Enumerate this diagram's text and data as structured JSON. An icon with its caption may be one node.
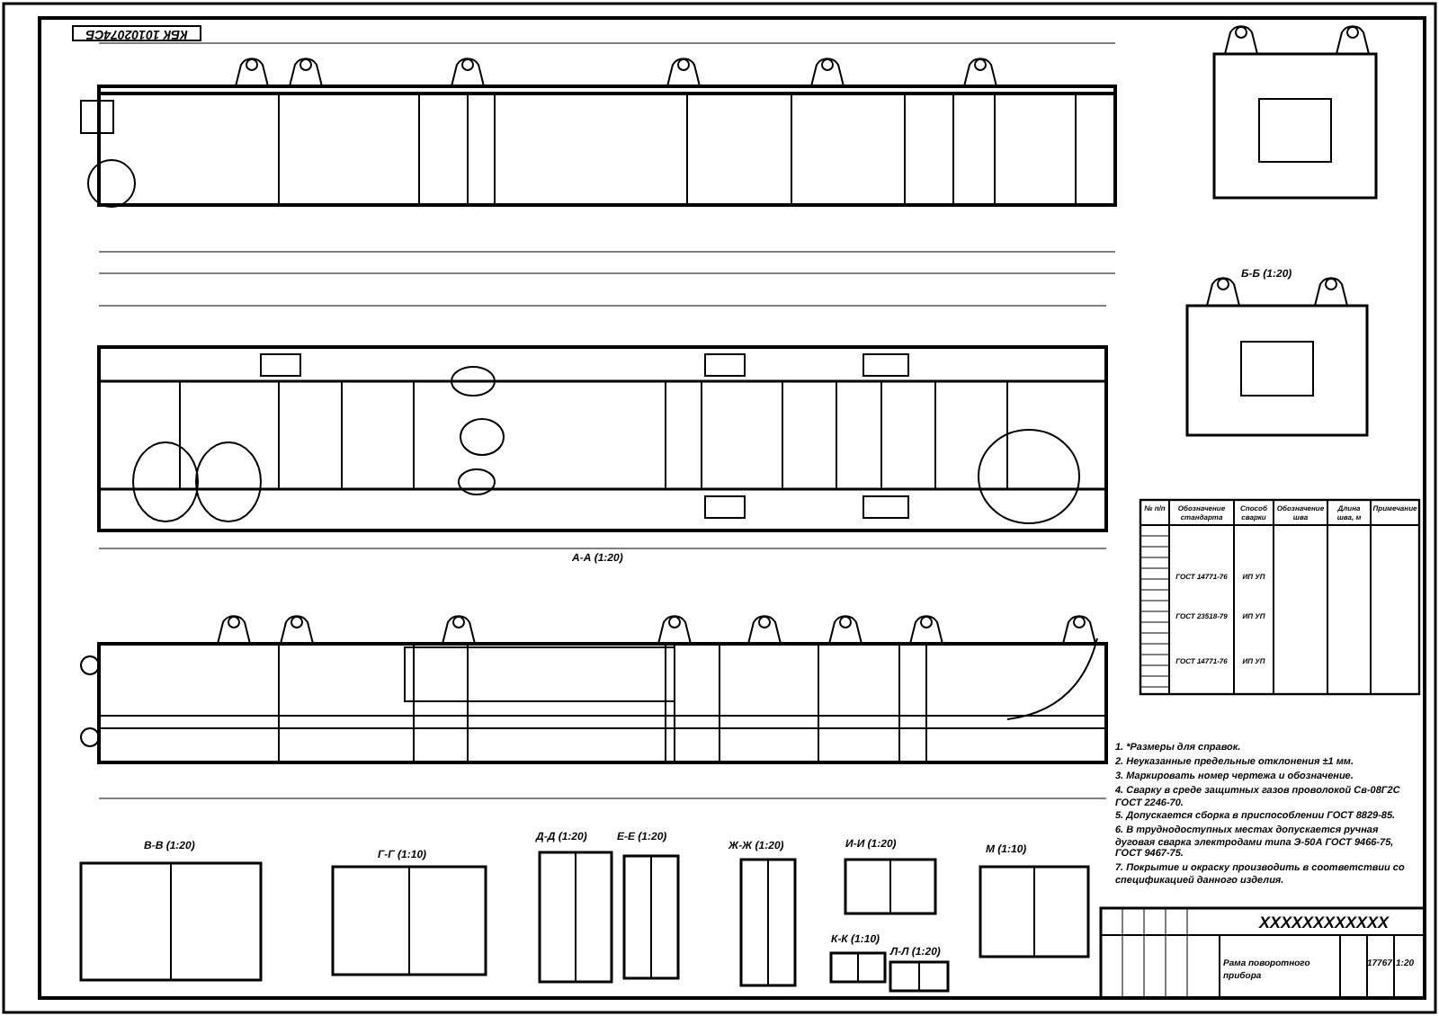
{
  "diagram": {
    "labels": [
      "КБК 10102074СБ",
      "Б-Б (1:20)",
      "А-А (1:20)",
      "В-В (1:20)",
      "Г-Г (1:10)",
      "Д-Д (1:20)",
      "Е-Е (1:20)",
      "Ж-Ж (1:20)",
      "И-И (1:20)",
      "К-К (1:10)",
      "Л-Л (1:20)",
      "М (1:10)",
      "№ п/п",
      "Обозначение стандарта",
      "Способ сварки",
      "Обозначение шва",
      "Длина шва, м",
      "Примечание",
      "ГОСТ 14771-76",
      "ИП УП",
      "ГОСТ 23518-79",
      "ИП УП",
      "ГОСТ 14771-76",
      "ИП УП",
      "1. *Размеры для справок.",
      "2. Неуказанные предельные отклонения ±1 мм.",
      "3. Маркировать номер чертежа и обозначение.",
      "4. Сварку в среде защитных газов проволокой Св-08Г2С ГОСТ 2246-70.",
      "5. Допускается сборка в приспособлении ГОСТ 8829-85.",
      "6. В труднодоступных местах допускается ручная дуговая сварка электродами типа Э-50А ГОСТ 9466-75, ГОСТ 9467-75.",
      "7. Покрытие и окраску производить в соответствии со спецификацией данного изделия.",
      "XXXXXXXXXXXX",
      "Рама поворотного прибора",
      "17767",
      "1:20"
    ]
  }
}
